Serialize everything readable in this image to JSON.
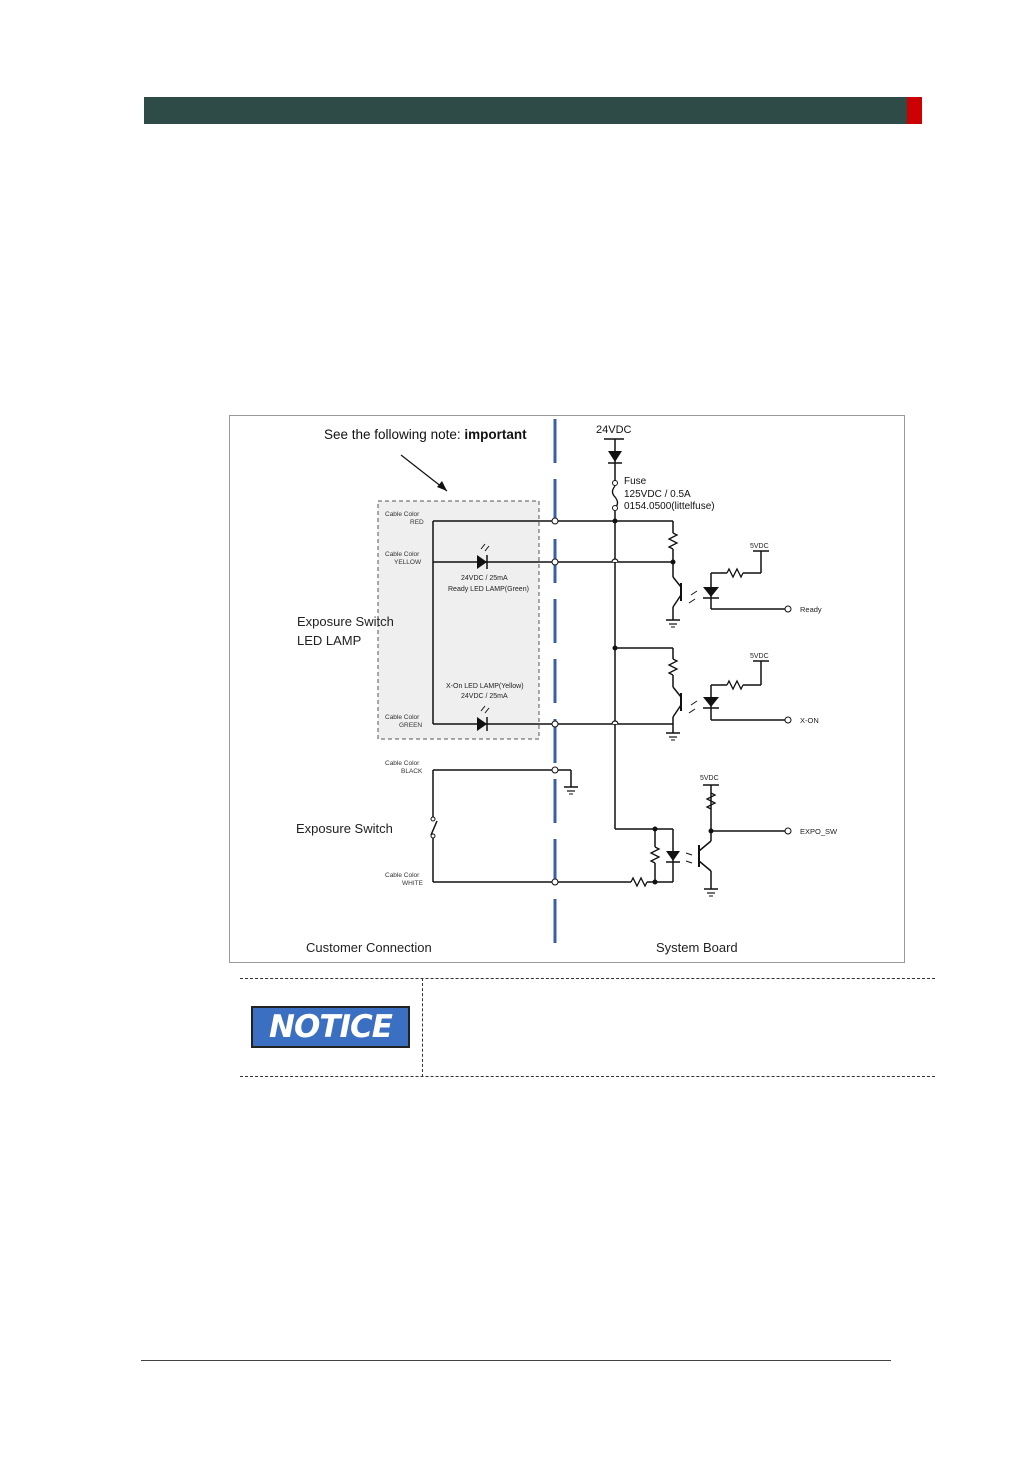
{
  "notice": {
    "label": "NOTICE"
  },
  "figure": {
    "note_prefix": "See the following note: ",
    "note_emphasis": "important",
    "supply": "24VDC",
    "fuse_label": "Fuse",
    "fuse_rating": "125VDC / 0.5A",
    "fuse_part": "0154.0500(littelfuse)",
    "cable_color_label": "Cable Color",
    "wires": {
      "red": "RED",
      "yellow": "YELLOW",
      "green": "GREEN",
      "black": "BLACK",
      "white": "WHITE"
    },
    "ready_lamp_rating": "24VDC / 25mA",
    "ready_lamp_name": "Ready LED LAMP(Green)",
    "xon_lamp_name": "X-On LED LAMP(Yellow)",
    "xon_lamp_rating": "24VDC / 25mA",
    "group_led_line1": "Exposure  Switch",
    "group_led_line2": "LED LAMP",
    "group_switch": "Exposure Switch",
    "logic_supply": "5VDC",
    "outputs": {
      "ready": "Ready",
      "xon": "X-ON",
      "expo": "EXPO_SW"
    },
    "footer_left": "Customer Connection",
    "footer_right": "System Board"
  }
}
